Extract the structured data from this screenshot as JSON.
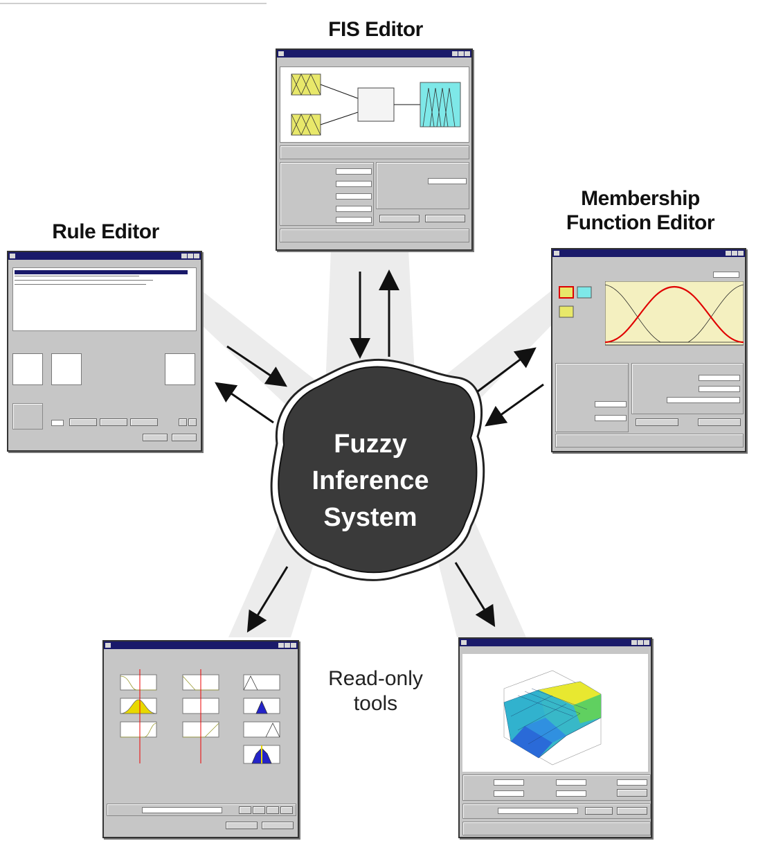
{
  "headings": {
    "fis_editor": "FIS Editor",
    "membership_line1": "Membership",
    "membership_line2": "Function Editor",
    "rule_editor": "Rule Editor"
  },
  "center": {
    "line1": "Fuzzy",
    "line2": "Inference",
    "line3": "System"
  },
  "readonly": {
    "line1": "Read-only",
    "line2": "tools"
  },
  "colors": {
    "yellow_mf": "#e8e86a",
    "cyan_mf": "#7ee8e8",
    "blob": "#3a3a3a",
    "titlebar": "#1a1a6a",
    "mf_plot": "#f4f0c0"
  }
}
